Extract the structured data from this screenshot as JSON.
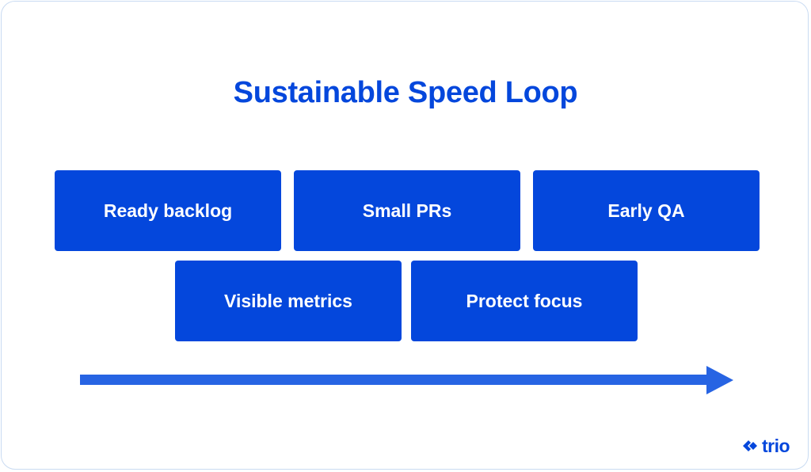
{
  "title": "Sustainable Speed Loop",
  "steps": [
    {
      "label": "Ready backlog"
    },
    {
      "label": "Small PRs"
    },
    {
      "label": "Early QA"
    },
    {
      "label": "Visible metrics"
    },
    {
      "label": "Protect focus"
    }
  ],
  "brand": {
    "name": "trio"
  },
  "colors": {
    "primary": "#0447dc",
    "arrow": "#2764e3",
    "border": "#c9dbf2",
    "background": "#ffffff"
  }
}
